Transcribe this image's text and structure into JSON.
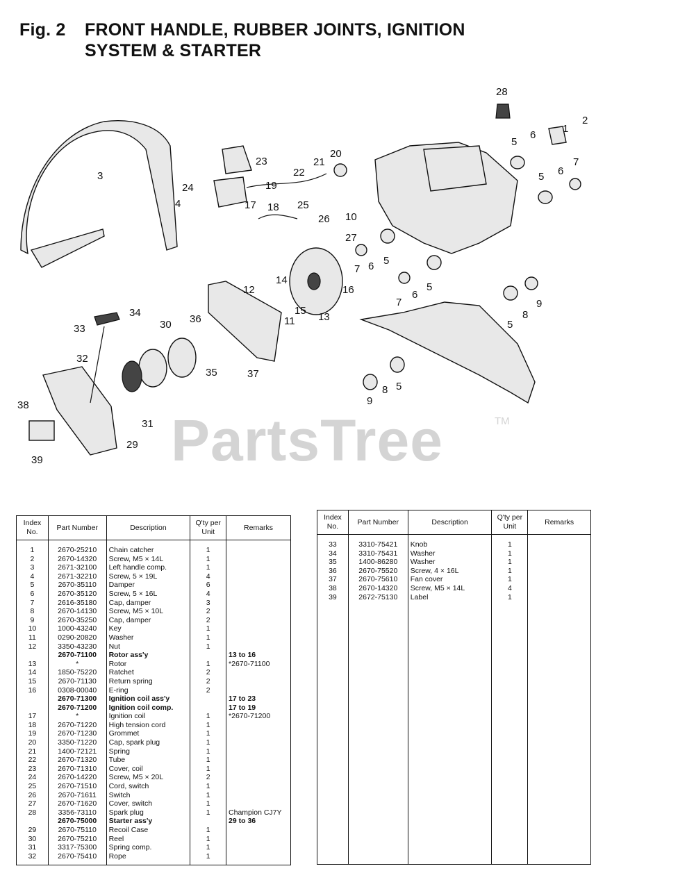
{
  "title": {
    "fig": "Fig. 2",
    "line1": "FRONT HANDLE, RUBBER JOINTS, IGNITION",
    "line2": "SYSTEM & STARTER"
  },
  "watermark": {
    "text": "PartsTree",
    "tm": "TM"
  },
  "diagram_labels": [
    "1",
    "2",
    "3",
    "4",
    "5",
    "5",
    "5",
    "5",
    "5",
    "5",
    "6",
    "6",
    "6",
    "6",
    "7",
    "7",
    "7",
    "8",
    "8",
    "9",
    "9",
    "10",
    "11",
    "12",
    "13",
    "14",
    "15",
    "16",
    "17",
    "18",
    "19",
    "20",
    "21",
    "22",
    "23",
    "24",
    "25",
    "26",
    "27",
    "28",
    "29",
    "30",
    "31",
    "32",
    "33",
    "34",
    "35",
    "36",
    "37",
    "38",
    "39"
  ],
  "table_headers": {
    "index": "Index No.",
    "part_number": "Part Number",
    "description": "Description",
    "qty": "Q'ty per Unit",
    "remarks": "Remarks"
  },
  "table_left": [
    {
      "idx": "1",
      "pn": "2670-25210",
      "desc": "Chain catcher",
      "qty": "1",
      "rem": ""
    },
    {
      "idx": "2",
      "pn": "2670-14320",
      "desc": "Screw, M5 × 14L",
      "qty": "1",
      "rem": ""
    },
    {
      "idx": "3",
      "pn": "2671-32100",
      "desc": "Left handle comp.",
      "qty": "1",
      "rem": ""
    },
    {
      "idx": "4",
      "pn": "2671-32210",
      "desc": "Screw, 5 × 19L",
      "qty": "4",
      "rem": ""
    },
    {
      "idx": "5",
      "pn": "2670-35110",
      "desc": "Damper",
      "qty": "6",
      "rem": ""
    },
    {
      "idx": "6",
      "pn": "2670-35120",
      "desc": "Screw, 5 × 16L",
      "qty": "4",
      "rem": ""
    },
    {
      "idx": "7",
      "pn": "2616-35180",
      "desc": "Cap, damper",
      "qty": "3",
      "rem": ""
    },
    {
      "idx": "8",
      "pn": "2670-14130",
      "desc": "Screw, M5 × 10L",
      "qty": "2",
      "rem": ""
    },
    {
      "idx": "9",
      "pn": "2670-35250",
      "desc": "Cap, damper",
      "qty": "2",
      "rem": ""
    },
    {
      "idx": "10",
      "pn": "1000-43240",
      "desc": "Key",
      "qty": "1",
      "rem": ""
    },
    {
      "idx": "11",
      "pn": "0290-20820",
      "desc": "Washer",
      "qty": "1",
      "rem": ""
    },
    {
      "idx": "12",
      "pn": "3350-43230",
      "desc": "Nut",
      "qty": "1",
      "rem": ""
    },
    {
      "idx": "",
      "pn": "2670-71100",
      "desc": "Rotor ass'y",
      "qty": "",
      "rem": "13 to 16",
      "bold": true
    },
    {
      "idx": "13",
      "pn": "*",
      "desc": "Rotor",
      "qty": "1",
      "rem": "*2670-71100"
    },
    {
      "idx": "14",
      "pn": "1850-75220",
      "desc": "Ratchet",
      "qty": "2",
      "rem": ""
    },
    {
      "idx": "15",
      "pn": "2670-71130",
      "desc": "Return spring",
      "qty": "2",
      "rem": ""
    },
    {
      "idx": "16",
      "pn": "0308-00040",
      "desc": "E-ring",
      "qty": "2",
      "rem": ""
    },
    {
      "idx": "",
      "pn": "2670-71300",
      "desc": "Ignition coil ass'y",
      "qty": "",
      "rem": "17 to 23",
      "bold": true
    },
    {
      "idx": "",
      "pn": "2670-71200",
      "desc": "Ignition coil comp.",
      "qty": "",
      "rem": "17 to 19",
      "bold": true
    },
    {
      "idx": "17",
      "pn": "*",
      "desc": "Ignition coil",
      "qty": "1",
      "rem": "*2670-71200"
    },
    {
      "idx": "18",
      "pn": "2670-71220",
      "desc": "High tension cord",
      "qty": "1",
      "rem": ""
    },
    {
      "idx": "19",
      "pn": "2670-71230",
      "desc": "Grommet",
      "qty": "1",
      "rem": ""
    },
    {
      "idx": "20",
      "pn": "3350-71220",
      "desc": "Cap, spark plug",
      "qty": "1",
      "rem": ""
    },
    {
      "idx": "21",
      "pn": "1400-72121",
      "desc": "Spring",
      "qty": "1",
      "rem": ""
    },
    {
      "idx": "22",
      "pn": "2670-71320",
      "desc": "Tube",
      "qty": "1",
      "rem": ""
    },
    {
      "idx": "23",
      "pn": "2670-71310",
      "desc": "Cover, coil",
      "qty": "1",
      "rem": ""
    },
    {
      "idx": "24",
      "pn": "2670-14220",
      "desc": "Screw, M5 × 20L",
      "qty": "2",
      "rem": ""
    },
    {
      "idx": "25",
      "pn": "2670-71510",
      "desc": "Cord, switch",
      "qty": "1",
      "rem": ""
    },
    {
      "idx": "26",
      "pn": "2670-71611",
      "desc": "Switch",
      "qty": "1",
      "rem": ""
    },
    {
      "idx": "27",
      "pn": "2670-71620",
      "desc": "Cover, switch",
      "qty": "1",
      "rem": ""
    },
    {
      "idx": "28",
      "pn": "3356-73110",
      "desc": "Spark plug",
      "qty": "1",
      "rem": "Champion CJ7Y"
    },
    {
      "idx": "",
      "pn": "2670-75000",
      "desc": "Starter ass'y",
      "qty": "",
      "rem": "29 to 36",
      "bold": true
    },
    {
      "idx": "29",
      "pn": "2670-75110",
      "desc": "Recoil Case",
      "qty": "1",
      "rem": ""
    },
    {
      "idx": "30",
      "pn": "2670-75210",
      "desc": "Reel",
      "qty": "1",
      "rem": ""
    },
    {
      "idx": "31",
      "pn": "3317-75300",
      "desc": "Spring comp.",
      "qty": "1",
      "rem": ""
    },
    {
      "idx": "32",
      "pn": "2670-75410",
      "desc": "Rope",
      "qty": "1",
      "rem": ""
    }
  ],
  "table_right": [
    {
      "idx": "33",
      "pn": "3310-75421",
      "desc": "Knob",
      "qty": "1",
      "rem": ""
    },
    {
      "idx": "34",
      "pn": "3310-75431",
      "desc": "Washer",
      "qty": "1",
      "rem": ""
    },
    {
      "idx": "35",
      "pn": "1400-86280",
      "desc": "Washer",
      "qty": "1",
      "rem": ""
    },
    {
      "idx": "36",
      "pn": "2670-75520",
      "desc": "Screw, 4 × 16L",
      "qty": "1",
      "rem": ""
    },
    {
      "idx": "37",
      "pn": "2670-75610",
      "desc": "Fan cover",
      "qty": "1",
      "rem": ""
    },
    {
      "idx": "38",
      "pn": "2670-14320",
      "desc": "Screw, M5 × 14L",
      "qty": "4",
      "rem": ""
    },
    {
      "idx": "39",
      "pn": "2672-75130",
      "desc": "Label",
      "qty": "1",
      "rem": ""
    }
  ]
}
